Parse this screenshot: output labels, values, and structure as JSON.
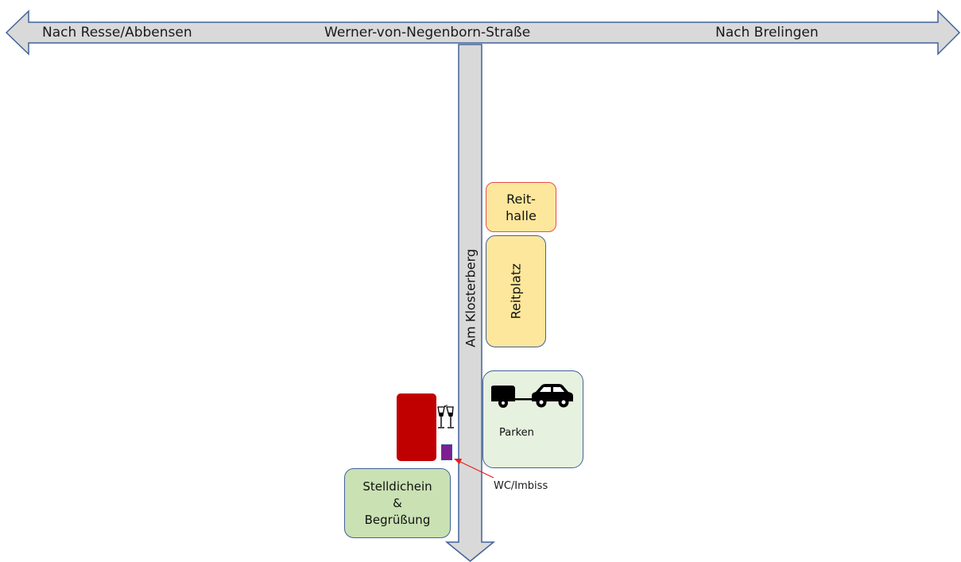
{
  "roads": {
    "main_street": {
      "name": "Werner-von-Negenborn-Straße",
      "left_direction": "Nach Resse/Abbensen",
      "right_direction": "Nach Brelingen"
    },
    "side_street": {
      "name": "Am Klosterberg"
    }
  },
  "places": {
    "reithalle": {
      "line1": "Reit-",
      "line2": "halle"
    },
    "reitplatz": {
      "label": "Reitplatz"
    },
    "parken": {
      "label": "Parken",
      "icons": [
        "caravan-icon",
        "car-icon"
      ]
    },
    "stelldichein": {
      "line1": "Stelldichein",
      "line2": "&",
      "line3": "Begrüßung"
    },
    "wc": {
      "label": "WC/Imbiss"
    },
    "tent": {
      "icon": "champagne-glasses-icon"
    }
  },
  "colors": {
    "road_fill": "#d9d9d9",
    "road_stroke": "#41629a",
    "box_yellow": "#fde79c",
    "box_green": "#c9e1b3",
    "box_pale_green": "#e6f1df",
    "tent_red": "#c00000",
    "arrow_red": "#e81f1f"
  }
}
